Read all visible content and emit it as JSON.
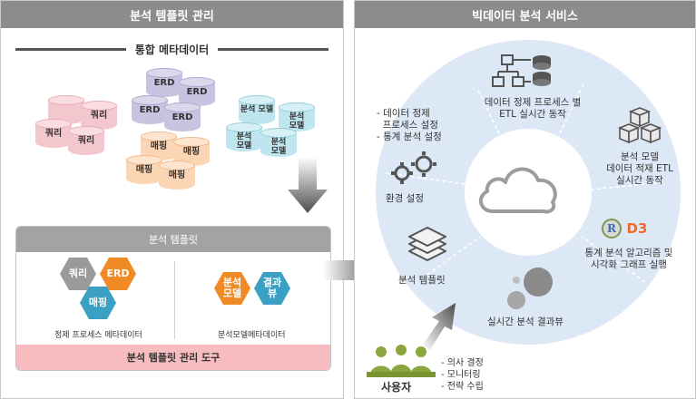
{
  "left_panel": {
    "title": "분석 템플릿 관리",
    "metadata_title": "통합 메타데이터",
    "cylinders": {
      "query": "쿼리",
      "erd": "ERD",
      "mapping": "매핑",
      "model_line1": "분석",
      "model_line2": "모델"
    },
    "template_box": {
      "title": "분석 템플릿",
      "hex_query": "쿼리",
      "hex_erd": "ERD",
      "hex_mapping": "매핑",
      "hex_model_line1": "분석",
      "hex_model_line2": "모델",
      "hex_result_line1": "결과",
      "hex_result_line2": "뷰",
      "caption_left": "정제 프로세스 메타데이터",
      "caption_right": "분석모델메타데이터",
      "tool_label": "분석 템플릿 관리 도구"
    }
  },
  "right_panel": {
    "title": "빅데이터 분석 서비스",
    "etl_line1": "데이터 정제 프로세스 별",
    "etl_line2": "ETL 실시간 동작",
    "model_line1": "분석 모델",
    "model_line2": "데이터 적재 ETL",
    "model_line3": "실시간 동작",
    "setting_line1": "- 데이터 정제",
    "setting_line2": "프로세스 설정",
    "setting_line3": "- 통계 분석 설정",
    "env_setting": "환경 설정",
    "analysis_template": "분석 템플릿",
    "stats_line1": "통계 분석 알고리즘 및",
    "stats_line2": "시각화 그래프 실행",
    "realtime_result": "실시간 분석 결과뷰",
    "r_logo": "R",
    "d3_logo": "D3"
  },
  "users": {
    "label": "사용자",
    "items": [
      "- 의사 결정",
      "- 모니터링",
      "- 전략 수립"
    ]
  },
  "colors": {
    "header_gray": "#8c8c8c",
    "pink": "#f4c6cd",
    "purple": "#c8c3e0",
    "orange": "#fcd5b5",
    "cyan": "#bfe6ee",
    "hex_gray": "#9a9a9a",
    "hex_orange": "#f08a24",
    "hex_blue": "#3aa0c4",
    "tool_pink": "#f6bcc0",
    "circle_bg": "#dde8f6",
    "user_green": "#8aa63c"
  }
}
